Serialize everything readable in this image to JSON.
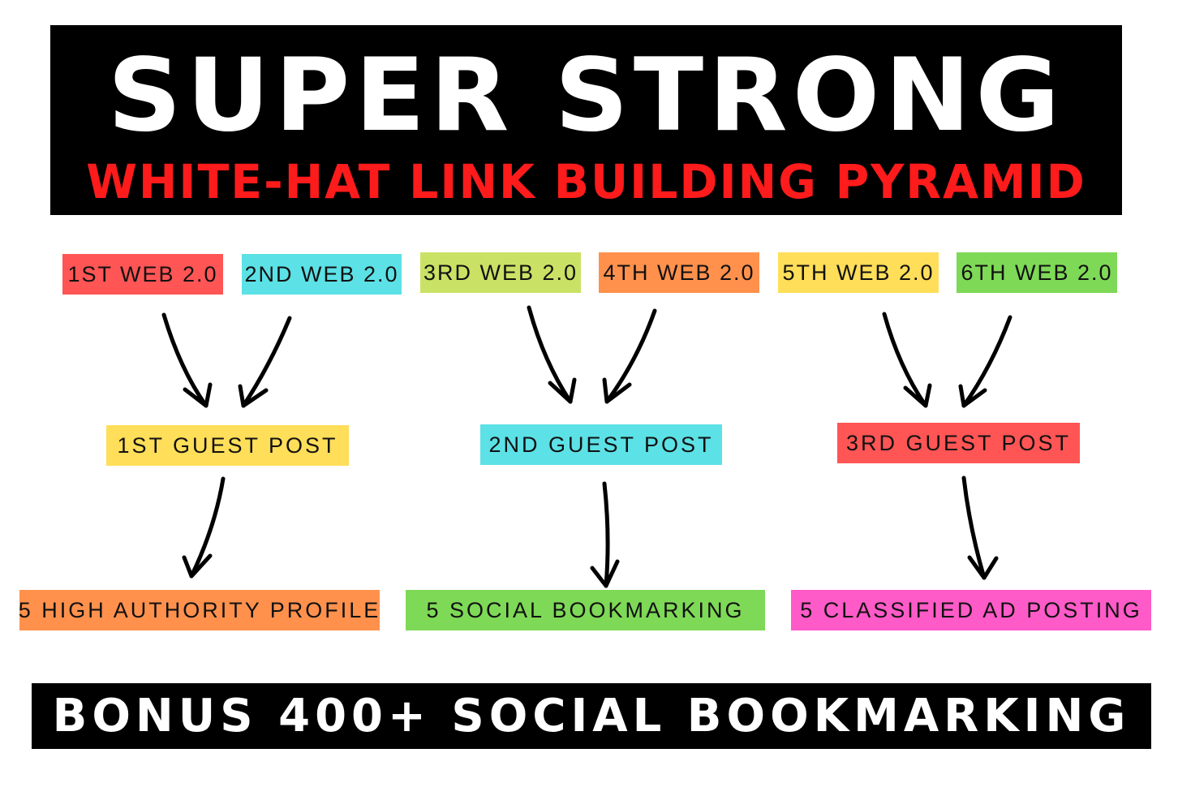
{
  "header": {
    "title": "SUPER STRONG",
    "subtitle": "WHITE-HAT LINK BUILDING PYRAMID"
  },
  "tier1": [
    {
      "label": "1ST WEB 2.0",
      "color": "#ff5555"
    },
    {
      "label": "2ND WEB 2.0",
      "color": "#5ce1e6"
    },
    {
      "label": "3RD WEB 2.0",
      "color": "#c9e265"
    },
    {
      "label": "4TH WEB 2.0",
      "color": "#ff914d"
    },
    {
      "label": "5TH WEB 2.0",
      "color": "#ffde59"
    },
    {
      "label": "6TH WEB 2.0",
      "color": "#7ed957"
    }
  ],
  "tier2": [
    {
      "label": "1ST GUEST POST",
      "color": "#ffde59"
    },
    {
      "label": "2ND GUEST POST",
      "color": "#5ce1e6"
    },
    {
      "label": "3RD GUEST POST",
      "color": "#ff5555"
    }
  ],
  "tier3": [
    {
      "label": "5 HIGH AUTHORITY PROFILE",
      "color": "#ff914d"
    },
    {
      "label": "5 SOCIAL BOOKMARKING",
      "color": "#7ed957"
    },
    {
      "label": "5 CLASSIFIED AD POSTING",
      "color": "#ff5bc8"
    }
  ],
  "footer": {
    "bonus": "BONUS 400+ SOCIAL BOOKMARKING"
  },
  "colors": {
    "banner_bg": "#000000",
    "title_text": "#ffffff",
    "subtitle_text": "#fe1b1b",
    "arrow": "#000000"
  }
}
